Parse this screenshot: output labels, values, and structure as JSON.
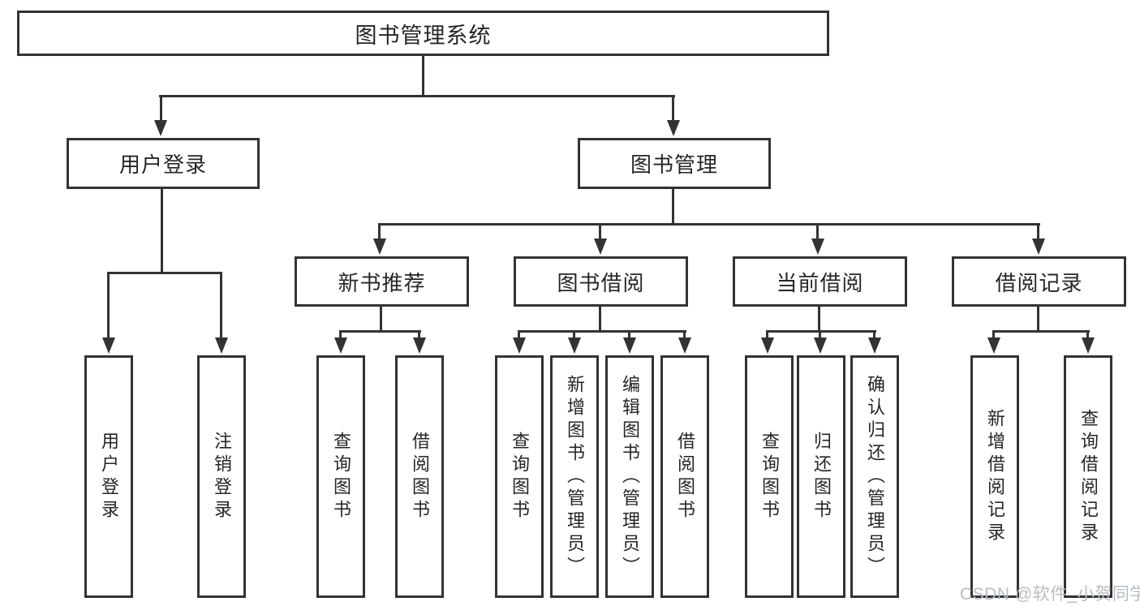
{
  "diagram": {
    "root": {
      "label": "图书管理系统"
    },
    "level2": [
      {
        "label": "用户登录"
      },
      {
        "label": "图书管理"
      }
    ],
    "level3": [
      {
        "label": "新书推荐"
      },
      {
        "label": "图书借阅"
      },
      {
        "label": "当前借阅"
      },
      {
        "label": "借阅记录"
      }
    ],
    "leaves": {
      "user_login": [
        {
          "label": "用户登录"
        },
        {
          "label": "注销登录"
        }
      ],
      "new_book_recommend": [
        {
          "label": "查询图书"
        },
        {
          "label": "借阅图书"
        }
      ],
      "book_borrow": [
        {
          "label": "查询图书"
        },
        {
          "label": "新增图书（管理员）"
        },
        {
          "label": "编辑图书（管理员）"
        },
        {
          "label": "借阅图书"
        }
      ],
      "current_borrow": [
        {
          "label": "查询图书"
        },
        {
          "label": "归还图书"
        },
        {
          "label": "确认归还（管理员）"
        }
      ],
      "borrow_records": [
        {
          "label": "新增借阅记录"
        },
        {
          "label": "查询借阅记录"
        }
      ]
    }
  },
  "watermark": {
    "text": "CSDN @软件_小贺同学"
  },
  "colors": {
    "line": "#333333",
    "text": "#262626",
    "watermark": "#b7bdc3",
    "background": "#ffffff"
  }
}
